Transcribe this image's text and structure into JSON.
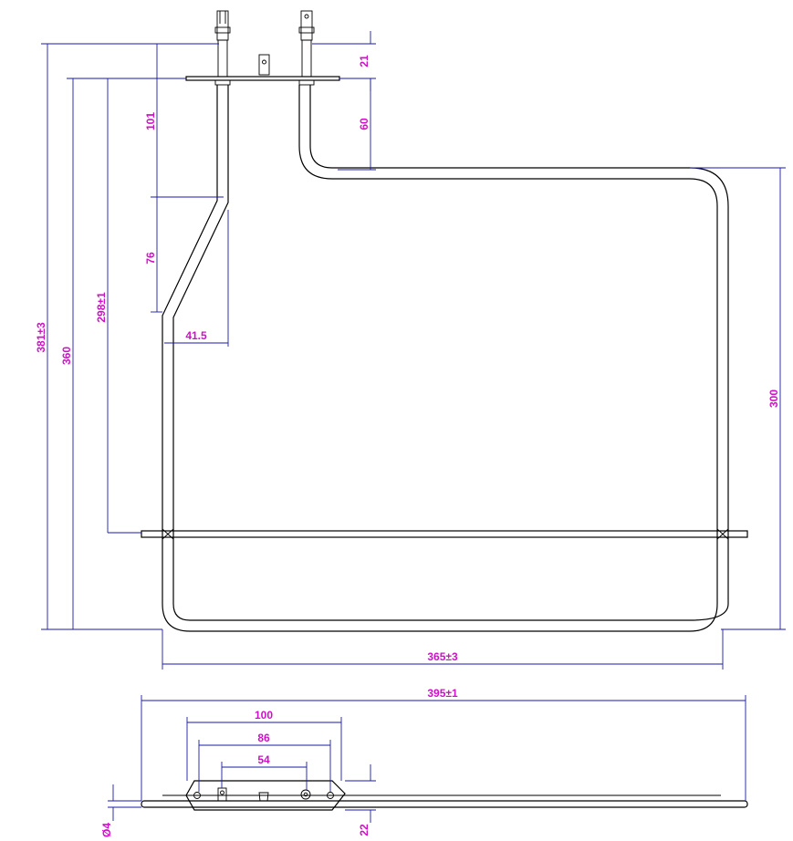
{
  "colors": {
    "part_line": "#000000",
    "dimension_line": "#1a1aa8",
    "dimension_text": "#d010c8",
    "background": "#ffffff"
  },
  "dimensions": {
    "terminal_to_plate": "21",
    "plate_to_bend": "60",
    "leg_upper_straight": "101",
    "leg_offset_height": "76",
    "leg_offset_width": "41.5",
    "leg_length": "298±1",
    "height_overall": "381±3",
    "height_body": "360",
    "loop_height": "300",
    "width_loop": "365±3",
    "width_bracket": "395±1",
    "hole_spacing_outer": "100",
    "hole_spacing_mid": "86",
    "terminal_spacing": "54",
    "tube_diameter": "Ø4",
    "plate_height": "22"
  }
}
